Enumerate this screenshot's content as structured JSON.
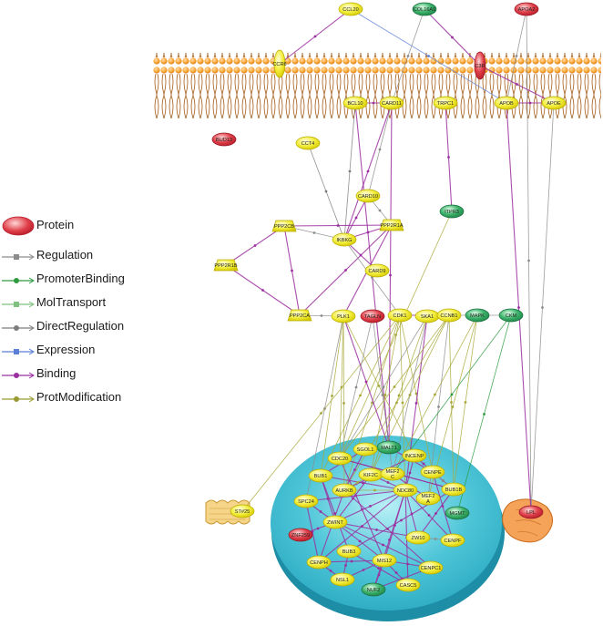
{
  "legend": {
    "protein": "Protein",
    "items": [
      {
        "label": "Regulation",
        "color": "#8c8c8c",
        "marker": "square"
      },
      {
        "label": "PromoterBinding",
        "color": "#2e9a40",
        "marker": "dot"
      },
      {
        "label": "MolTransport",
        "color": "#7ec07e",
        "marker": "square"
      },
      {
        "label": "DirectRegulation",
        "color": "#7d7d7d",
        "marker": "dot"
      },
      {
        "label": "Expression",
        "color": "#5a7fd6",
        "marker": "square"
      },
      {
        "label": "Binding",
        "color": "#9b2fa0",
        "marker": "dot"
      },
      {
        "label": "ProtModification",
        "color": "#9a9a30",
        "marker": "dot"
      }
    ]
  },
  "colors": {
    "yellow": "#f2ee3c",
    "red": "#e0404a",
    "green": "#3bb26a",
    "membrane": "#f29a2a",
    "nucleus": "#48c4d4"
  },
  "nodes": [
    {
      "id": "CCL20",
      "label": "CCL20",
      "color": "yellow",
      "shape": "ellipse"
    },
    {
      "id": "COL16A1",
      "label": "COL16A1",
      "color": "green",
      "shape": "ellipse"
    },
    {
      "id": "APOA2",
      "label": "APOA2",
      "color": "red",
      "shape": "ellipse"
    },
    {
      "id": "CCR6",
      "label": "CCR6",
      "color": "yellow",
      "shape": "ellipse"
    },
    {
      "id": "C3R",
      "label": "C3R",
      "color": "red",
      "shape": "ellipse"
    },
    {
      "id": "BCL10",
      "label": "BCL10",
      "color": "yellow",
      "shape": "ellipse"
    },
    {
      "id": "CARD11",
      "label": "CARD11",
      "color": "yellow",
      "shape": "ellipse"
    },
    {
      "id": "TRPC1",
      "label": "TRPC1",
      "color": "yellow",
      "shape": "ellipse"
    },
    {
      "id": "APOB",
      "label": "APOB",
      "color": "yellow",
      "shape": "ellipse"
    },
    {
      "id": "APOE",
      "label": "APOE",
      "color": "yellow",
      "shape": "ellipse"
    },
    {
      "id": "BUD13",
      "label": "BUD13",
      "color": "red",
      "shape": "ellipse"
    },
    {
      "id": "CCT4",
      "label": "CCT4",
      "color": "yellow",
      "shape": "ellipse"
    },
    {
      "id": "CARD10",
      "label": "CARD10",
      "color": "yellow",
      "shape": "ellipse"
    },
    {
      "id": "ITPR3",
      "label": "ITPR3",
      "color": "green",
      "shape": "ellipse"
    },
    {
      "id": "PPP2CB",
      "label": "PPP2CB",
      "color": "yellow",
      "shape": "triangle"
    },
    {
      "id": "PPP2R1A",
      "label": "PPP2R1A",
      "color": "yellow",
      "shape": "triangle"
    },
    {
      "id": "IKBKG",
      "label": "IKBKG",
      "color": "yellow",
      "shape": "ellipse"
    },
    {
      "id": "PPP2R1B",
      "label": "PPP2R1B",
      "color": "yellow",
      "shape": "triangle"
    },
    {
      "id": "CARD9",
      "label": "CARD9",
      "color": "yellow",
      "shape": "ellipse"
    },
    {
      "id": "PPP2CA",
      "label": "PPP2CA",
      "color": "yellow",
      "shape": "triangle"
    },
    {
      "id": "PLK1",
      "label": "PLK1",
      "color": "yellow",
      "shape": "ellipse"
    },
    {
      "id": "TAGLN",
      "label": "TAGLN",
      "color": "red",
      "shape": "ellipse"
    },
    {
      "id": "CDK1",
      "label": "CDK1",
      "color": "yellow",
      "shape": "ellipse"
    },
    {
      "id": "SKA1",
      "label": "SKA1",
      "color": "yellow",
      "shape": "ellipse"
    },
    {
      "id": "CCNB1",
      "label": "CCNB1",
      "color": "yellow",
      "shape": "ellipse"
    },
    {
      "id": "MAPK",
      "label": "MAPK",
      "color": "green",
      "shape": "ellipse"
    },
    {
      "id": "CKM",
      "label": "CKM",
      "color": "green",
      "shape": "ellipse"
    },
    {
      "id": "MALT1",
      "label": "MALT1",
      "color": "green",
      "shape": "ellipse"
    },
    {
      "id": "SGOL1",
      "label": "SGOL1",
      "color": "yellow",
      "shape": "ellipse"
    },
    {
      "id": "CDC20",
      "label": "CDC20",
      "color": "yellow",
      "shape": "ellipse"
    },
    {
      "id": "INCENP",
      "label": "INCENP",
      "color": "yellow",
      "shape": "ellipse"
    },
    {
      "id": "BUB1",
      "label": "BUB1",
      "color": "yellow",
      "shape": "ellipse"
    },
    {
      "id": "KIF2C",
      "label": "KIF2C",
      "color": "yellow",
      "shape": "ellipse"
    },
    {
      "id": "MEF2C",
      "label": "MEF2\nC",
      "color": "yellow",
      "shape": "ellipse"
    },
    {
      "id": "CENPE",
      "label": "CENPE",
      "color": "yellow",
      "shape": "ellipse"
    },
    {
      "id": "AURKB",
      "label": "AURKB",
      "color": "yellow",
      "shape": "ellipse"
    },
    {
      "id": "NDC80",
      "label": "NDC80",
      "color": "yellow",
      "shape": "ellipse"
    },
    {
      "id": "BUB1B",
      "label": "BUB1B",
      "color": "yellow",
      "shape": "ellipse"
    },
    {
      "id": "MEF2A",
      "label": "MEF2\nA",
      "color": "yellow",
      "shape": "ellipse"
    },
    {
      "id": "SPC24",
      "label": "SPC24",
      "color": "yellow",
      "shape": "ellipse"
    },
    {
      "id": "MGMT",
      "label": "MGMT",
      "color": "green",
      "shape": "ellipse"
    },
    {
      "id": "ZWINT",
      "label": "ZWINT",
      "color": "yellow",
      "shape": "ellipse"
    },
    {
      "id": "ZNF259",
      "label": "ZNF259",
      "color": "red",
      "shape": "ellipse"
    },
    {
      "id": "ZW10",
      "label": "ZW10",
      "color": "yellow",
      "shape": "ellipse"
    },
    {
      "id": "CENPF",
      "label": "CENPF",
      "color": "yellow",
      "shape": "ellipse"
    },
    {
      "id": "BUB3",
      "label": "BUB3",
      "color": "yellow",
      "shape": "ellipse"
    },
    {
      "id": "CENPH",
      "label": "CENPH",
      "color": "yellow",
      "shape": "ellipse"
    },
    {
      "id": "MIS12",
      "label": "MIS12",
      "color": "yellow",
      "shape": "ellipse"
    },
    {
      "id": "CENPC1",
      "label": "CENPC1",
      "color": "yellow",
      "shape": "ellipse"
    },
    {
      "id": "NSL1",
      "label": "NSL1",
      "color": "yellow",
      "shape": "ellipse"
    },
    {
      "id": "CASC5",
      "label": "CASC5",
      "color": "yellow",
      "shape": "ellipse"
    },
    {
      "id": "NUF2",
      "label": "NUF2",
      "color": "green",
      "shape": "ellipse"
    },
    {
      "id": "ST6G",
      "label": "ST#25",
      "color": "yellow",
      "shape": "ellipse"
    },
    {
      "id": "LPL",
      "label": "LPL",
      "color": "red",
      "shape": "ellipse"
    }
  ],
  "edges": [
    {
      "from": "CCR6",
      "to": "CCL20",
      "type": "Binding"
    },
    {
      "from": "APOB",
      "to": "CCL20",
      "type": "Expression"
    },
    {
      "from": "COL16A1",
      "to": "C3R",
      "type": "Binding"
    },
    {
      "from": "COL16A1",
      "to": "CARD11",
      "type": "Regulation"
    },
    {
      "from": "APOA2",
      "to": "APOB",
      "type": "Regulation"
    },
    {
      "from": "APOA2",
      "to": "LPL",
      "type": "Regulation"
    },
    {
      "from": "C3R",
      "to": "APOE",
      "type": "Binding"
    },
    {
      "from": "BCL10",
      "to": "CARD11",
      "type": "Binding"
    },
    {
      "from": "BCL10",
      "to": "IKBKG",
      "type": "DirectRegulation"
    },
    {
      "from": "CARD11",
      "to": "IKBKG",
      "type": "Binding"
    },
    {
      "from": "CARD11",
      "to": "MALT1",
      "type": "Binding"
    },
    {
      "from": "BCL10",
      "to": "MALT1",
      "type": "Binding"
    },
    {
      "from": "CARD11",
      "to": "CARD10",
      "type": "Regulation"
    },
    {
      "from": "TRPC1",
      "to": "ITPR3",
      "type": "Binding"
    },
    {
      "from": "APOB",
      "to": "LPL",
      "type": "Binding"
    },
    {
      "from": "APOE",
      "to": "LPL",
      "type": "Regulation"
    },
    {
      "from": "APOE",
      "to": "APOB",
      "type": "Binding"
    },
    {
      "from": "CCT4",
      "to": "IKBKG",
      "type": "DirectRegulation"
    },
    {
      "from": "CARD10",
      "to": "IKBKG",
      "type": "Binding"
    },
    {
      "from": "CARD10",
      "to": "PPP2R1A",
      "type": "Regulation"
    },
    {
      "from": "PPP2CB",
      "to": "PPP2R1A",
      "type": "Binding"
    },
    {
      "from": "PPP2CB",
      "to": "IKBKG",
      "type": "Regulation"
    },
    {
      "from": "PPP2R1A",
      "to": "IKBKG",
      "type": "Binding"
    },
    {
      "from": "PPP2R1B",
      "to": "PPP2CB",
      "type": "Binding"
    },
    {
      "from": "PPP2R1B",
      "to": "PPP2CA",
      "type": "Binding"
    },
    {
      "from": "PPP2CA",
      "to": "PPP2R1A",
      "type": "Binding"
    },
    {
      "from": "PPP2CB",
      "to": "PPP2CA",
      "type": "Binding"
    },
    {
      "from": "CARD9",
      "to": "IKBKG",
      "type": "Binding"
    },
    {
      "from": "PPP2CA",
      "to": "PLK1",
      "type": "Regulation"
    },
    {
      "from": "IKBKG",
      "to": "CDK1",
      "type": "Regulation"
    },
    {
      "from": "ITPR3",
      "to": "CDC20",
      "type": "ProtModification"
    },
    {
      "from": "PLK1",
      "to": "CDC20",
      "type": "ProtModification"
    },
    {
      "from": "PLK1",
      "to": "BUB1",
      "type": "ProtModification"
    },
    {
      "from": "PLK1",
      "to": "INCENP",
      "type": "ProtModification"
    },
    {
      "from": "PLK1",
      "to": "SPC24",
      "type": "Regulation"
    },
    {
      "from": "CDK1",
      "to": "BUB1",
      "type": "ProtModification"
    },
    {
      "from": "CDK1",
      "to": "KIF2C",
      "type": "ProtModification"
    },
    {
      "from": "CDK1",
      "to": "NDC80",
      "type": "ProtModification"
    },
    {
      "from": "CDK1",
      "to": "CENPE",
      "type": "ProtModification"
    },
    {
      "from": "CDK1",
      "to": "AURKB",
      "type": "ProtModification"
    },
    {
      "from": "CDK1",
      "to": "ST6G",
      "type": "ProtModification"
    },
    {
      "from": "SKA1",
      "to": "NDC80",
      "type": "Binding"
    },
    {
      "from": "SKA1",
      "to": "CDC20",
      "type": "Regulation"
    },
    {
      "from": "CCNB1",
      "to": "CDC20",
      "type": "ProtModification"
    },
    {
      "from": "CCNB1",
      "to": "BUB1B",
      "type": "ProtModification"
    },
    {
      "from": "CCNB1",
      "to": "AURKB",
      "type": "ProtModification"
    },
    {
      "from": "CCNB1",
      "to": "MEF2A",
      "type": "Regulation"
    },
    {
      "from": "MAPK",
      "to": "MEF2C",
      "type": "ProtModification"
    },
    {
      "from": "MAPK",
      "to": "MEF2A",
      "type": "ProtModification"
    },
    {
      "from": "CKM",
      "to": "MEF2C",
      "type": "PromoterBinding"
    },
    {
      "from": "CKM",
      "to": "MGMT",
      "type": "PromoterBinding"
    },
    {
      "from": "TAGLN",
      "to": "MEF2C",
      "type": "Regulation"
    },
    {
      "from": "PLK1",
      "to": "MALT1",
      "type": "Binding"
    },
    {
      "from": "CDC20",
      "to": "BUB1B",
      "type": "Binding"
    },
    {
      "from": "CDC20",
      "to": "MIS12",
      "type": "Binding"
    },
    {
      "from": "BUB1",
      "to": "BUB3",
      "type": "Binding"
    },
    {
      "from": "BUB1",
      "to": "ZWINT",
      "type": "Binding"
    },
    {
      "from": "BUB1",
      "to": "NDC80",
      "type": "Binding"
    },
    {
      "from": "BUB1B",
      "to": "BUB3",
      "type": "Binding"
    },
    {
      "from": "BUB1B",
      "to": "CENPE",
      "type": "Binding"
    },
    {
      "from": "BUB1B",
      "to": "CDC20",
      "type": "Binding"
    },
    {
      "from": "AURKB",
      "to": "INCENP",
      "type": "Binding"
    },
    {
      "from": "AURKB",
      "to": "NDC80",
      "type": "ProtModification"
    },
    {
      "from": "AURKB",
      "to": "KIF2C",
      "type": "ProtModification"
    },
    {
      "from": "AURKB",
      "to": "CENPC1",
      "type": "Binding"
    },
    {
      "from": "AURKB",
      "to": "CENPH",
      "type": "Binding"
    },
    {
      "from": "NDC80",
      "to": "SPC24",
      "type": "Binding"
    },
    {
      "from": "NDC80",
      "to": "NUF2",
      "type": "Binding"
    },
    {
      "from": "NDC80",
      "to": "ZWINT",
      "type": "Binding"
    },
    {
      "from": "NDC80",
      "to": "MIS12",
      "type": "Binding"
    },
    {
      "from": "NDC80",
      "to": "CENPF",
      "type": "Binding"
    },
    {
      "from": "NDC80",
      "to": "CENPH",
      "type": "Binding"
    },
    {
      "from": "NDC80",
      "to": "CASC5",
      "type": "Binding"
    },
    {
      "from": "ZWINT",
      "to": "ZW10",
      "type": "Binding"
    },
    {
      "from": "ZWINT",
      "to": "MIS12",
      "type": "Binding"
    },
    {
      "from": "ZWINT",
      "to": "CENPC1",
      "type": "Binding"
    },
    {
      "from": "ZWINT",
      "to": "KIF2C",
      "type": "Binding"
    },
    {
      "from": "MIS12",
      "to": "CASC5",
      "type": "Binding"
    },
    {
      "from": "MIS12",
      "to": "NSL1",
      "type": "Binding"
    },
    {
      "from": "MIS12",
      "to": "CENPC1",
      "type": "Binding"
    },
    {
      "from": "MIS12",
      "to": "NUF2",
      "type": "Binding"
    },
    {
      "from": "MIS12",
      "to": "CENPH",
      "type": "Binding"
    },
    {
      "from": "ZW10",
      "to": "CENPF",
      "type": "Regulation"
    },
    {
      "from": "ZW10",
      "to": "BUB1B",
      "type": "Binding"
    },
    {
      "from": "ZW10",
      "to": "NDC80",
      "type": "Binding"
    },
    {
      "from": "BUB3",
      "to": "CASC5",
      "type": "Binding"
    },
    {
      "from": "BUB3",
      "to": "NSL1",
      "type": "Binding"
    },
    {
      "from": "SPC24",
      "to": "CENPH",
      "type": "Binding"
    },
    {
      "from": "SPC24",
      "to": "ZWINT",
      "type": "Binding"
    },
    {
      "from": "SGOL1",
      "to": "AURKB",
      "type": "Binding"
    },
    {
      "from": "SGOL1",
      "to": "BUB1",
      "type": "Binding"
    },
    {
      "from": "INCENP",
      "to": "CENPE",
      "type": "Binding"
    },
    {
      "from": "INCENP",
      "to": "NDC80",
      "type": "Binding"
    },
    {
      "from": "CENPE",
      "to": "BUB1B",
      "type": "Regulation"
    },
    {
      "from": "CENPE",
      "to": "CENPF",
      "type": "Binding"
    },
    {
      "from": "MEF2C",
      "to": "MEF2A",
      "type": "Binding"
    },
    {
      "from": "NUF2",
      "to": "CENPC1",
      "type": "Binding"
    },
    {
      "from": "CENPH",
      "to": "NSL1",
      "type": "Binding"
    },
    {
      "from": "KIF2C",
      "to": "NDC80",
      "type": "Binding"
    },
    {
      "from": "ZNF259",
      "to": "ZWINT",
      "type": "Binding"
    },
    {
      "from": "MALT1",
      "to": "CENPE",
      "type": "Binding"
    },
    {
      "from": "CCNB1",
      "to": "CKM",
      "type": "Regulation"
    },
    {
      "from": "PPP2R1A",
      "to": "PLK1",
      "type": "Binding"
    },
    {
      "from": "CDK1",
      "to": "CCNB1",
      "type": "Binding"
    },
    {
      "from": "SKA1",
      "to": "MEF2C",
      "type": "Regulation"
    },
    {
      "from": "TAGLN",
      "to": "CDC20",
      "type": "Regulation"
    },
    {
      "from": "PLK1",
      "to": "AURKB",
      "type": "ProtModification"
    },
    {
      "from": "CCNB1",
      "to": "KIF2C",
      "type": "ProtModification"
    },
    {
      "from": "MAPK",
      "to": "BUB1B",
      "type": "ProtModification"
    },
    {
      "from": "SKA1",
      "to": "KIF2C",
      "type": "ProtModification"
    }
  ]
}
